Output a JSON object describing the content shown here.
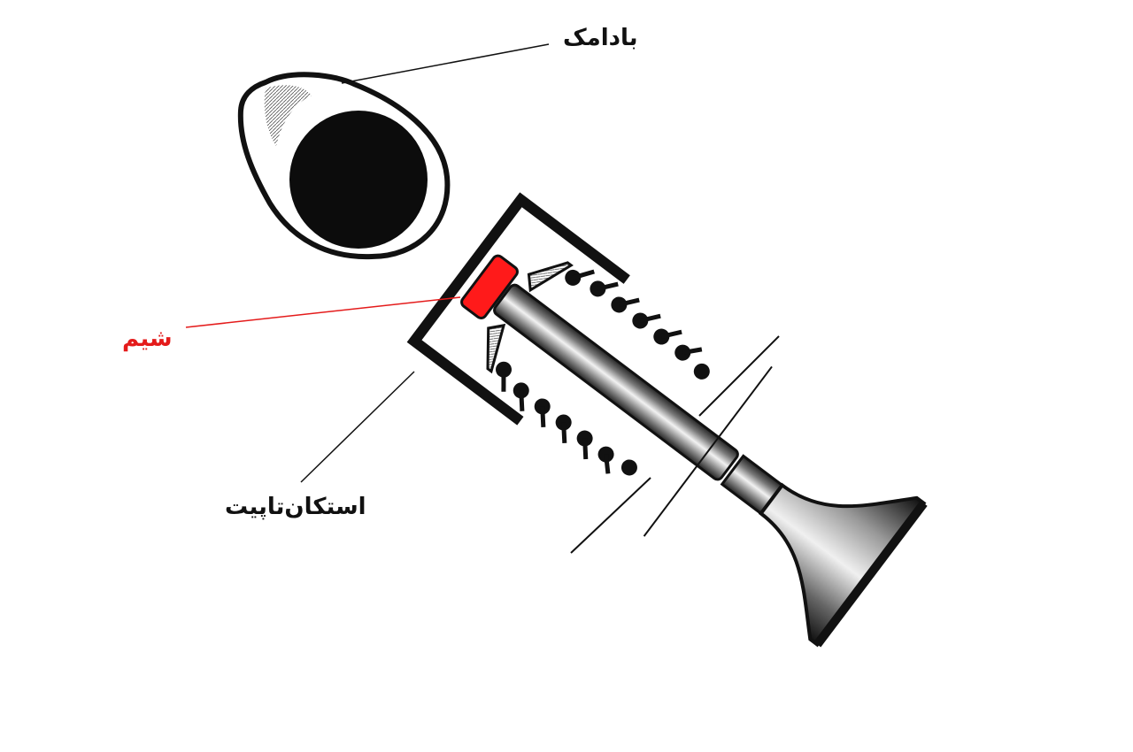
{
  "labels": {
    "cam": "بادامک",
    "shim": "شیم",
    "tappet_cup": "استکان‌تاپیت"
  },
  "colors": {
    "ink": "#111111",
    "shim": "#e41b1b",
    "background": "#ffffff"
  }
}
